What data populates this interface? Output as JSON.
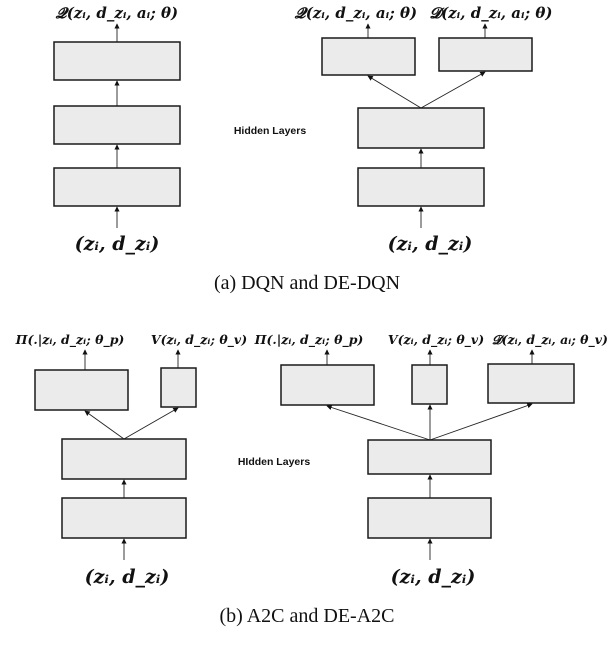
{
  "panel_a": {
    "caption": "(a) DQN and DE-DQN",
    "hidden_layers_label": "Hidden Layers",
    "left_net": {
      "output": "𝓠(zᵢ, d_zᵢ, aᵢ; θ)",
      "input": "(zᵢ, d_zᵢ)"
    },
    "right_net": {
      "output_q": "𝓠(zᵢ, d_zᵢ, aᵢ; θ)",
      "output_d": "𝓓(zᵢ, d_zᵢ, aᵢ; θ)",
      "input": "(zᵢ, d_zᵢ)"
    }
  },
  "panel_b": {
    "caption": "(b) A2C and DE-A2C",
    "hidden_layers_label": "HIdden Layers",
    "left_net": {
      "output_pi": "Π(.|zᵢ, d_zᵢ; θ_p)",
      "output_v": "V(zᵢ, d_zᵢ; θ_v)",
      "input": "(zᵢ, d_zᵢ)"
    },
    "right_net": {
      "output_pi": "Π(.|zᵢ, d_zᵢ; θ_p)",
      "output_v": "V(zᵢ, d_zᵢ; θ_v)",
      "output_d": "𝓓(zᵢ, d_zᵢ, aᵢ; θ_v)",
      "input": "(zᵢ, d_zᵢ)"
    }
  }
}
